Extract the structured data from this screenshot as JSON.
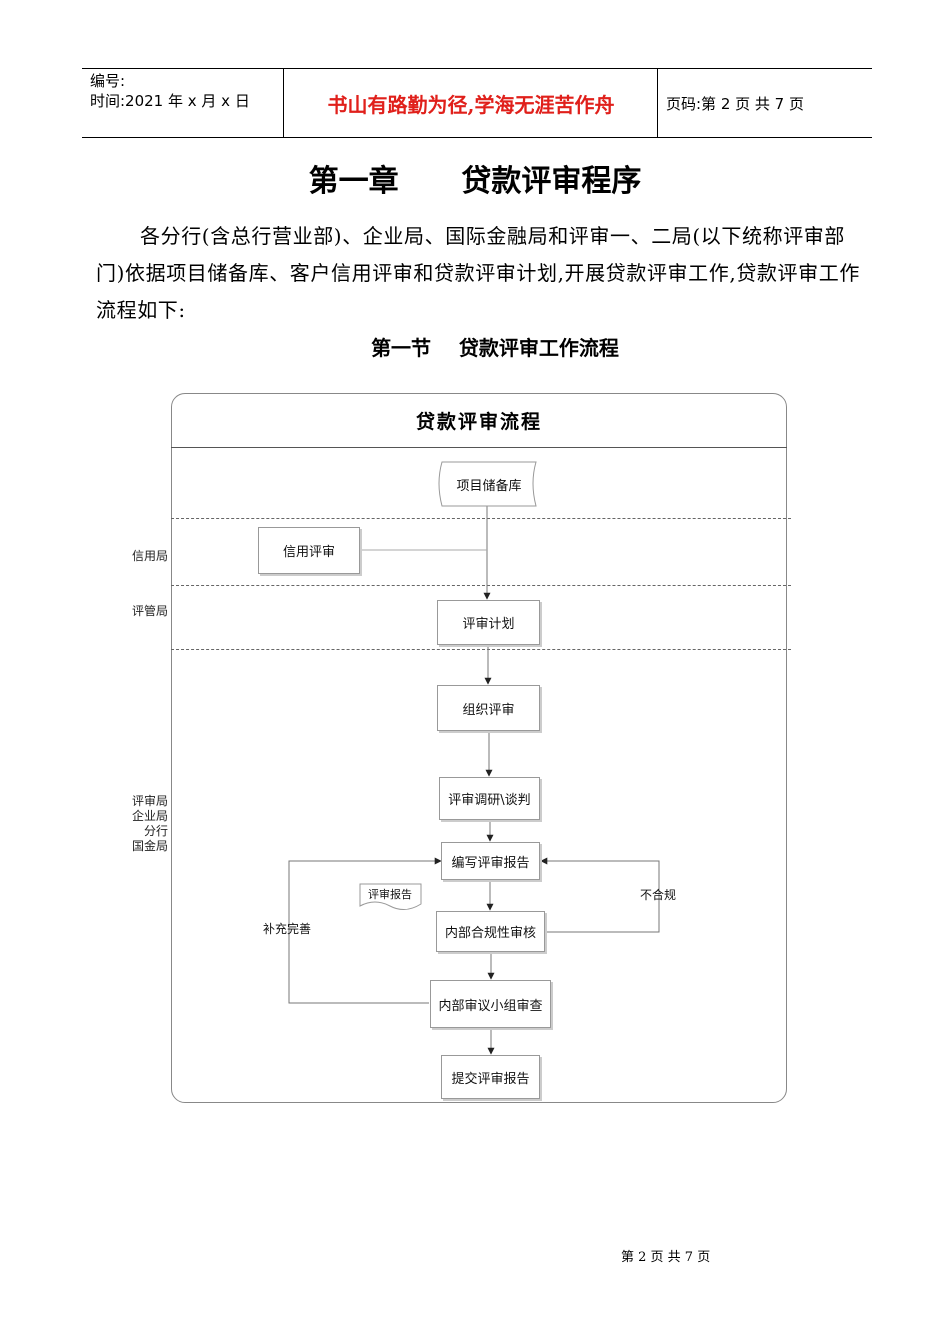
{
  "header": {
    "number_label": "编号:",
    "time_label": "时间:2021 年 x 月 x 日",
    "motto": "书山有路勤为径,学海无涯苦作舟",
    "page_code": "页码:第 2 页  共 7 页"
  },
  "chapter_title": "第一章      贷款评审程序",
  "intro_paragraph": "各分行(含总行营业部)、企业局、国际金融局和评审一、二局(以下统称评审部门)依据项目储备库、客户信用评审和贷款评审计划,开展贷款评审工作,贷款评审工作流程如下:",
  "section_title": "第一节    贷款评审工作流程",
  "flowchart": {
    "title": "贷款评审流程",
    "lanes": {
      "credit": "信用局",
      "management": "评管局",
      "review": [
        "评审局",
        "企业局",
        "分行",
        "国金局"
      ]
    },
    "nodes": {
      "project_library": "项目储备库",
      "credit_review": "信用评审",
      "review_plan": "评审计划",
      "organize_review": "组织评审",
      "research_negotiation": "评审调研\\谈判",
      "write_report": "编写评审报告",
      "review_report_doc": "评审报告",
      "compliance_check": "内部合规性审核",
      "group_examination": "内部审议小组审查",
      "submit_report": "提交评审报告"
    },
    "edge_labels": {
      "supplement": "补充完善",
      "non_compliant": "不合规"
    }
  },
  "footer": "第 2 页 共 7 页"
}
